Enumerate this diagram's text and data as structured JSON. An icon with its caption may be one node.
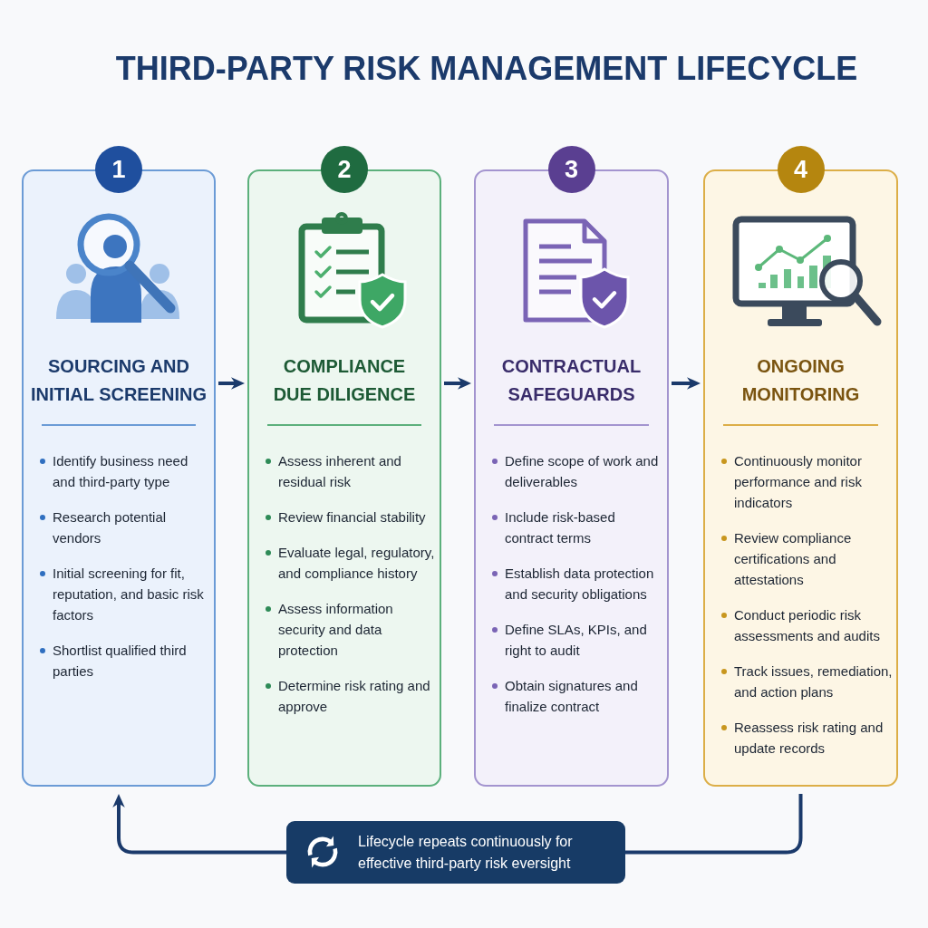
{
  "diagram": {
    "title": "THIRD-PARTY RISK MANAGEMENT LIFECYCLE",
    "nodes": [
      {
        "text": [
          "1",
          "SOURCING AND INITIAL SCREENING",
          "Identify business need and third-party type",
          "Research potential vendors",
          "Initial screening for fit, reputation, and basic risk factors",
          "Shortlist qualified third parties"
        ]
      },
      {
        "text": [
          "2",
          "COMPLIANCE DUE DILIGENCE",
          "Assess inherent and residual risk",
          "Review financial stability",
          "Evaluate legal, regulatory, and compliance history",
          "Assess information security and data protection",
          "Determine risk rating and approve"
        ]
      },
      {
        "text": [
          "3",
          "CONTRACTUAL SAFEGUARDS",
          "Define scope of work and deliverables",
          "Include risk-based contract terms",
          "Establish data protection and security obligations",
          "Define SLAs, KPIs, and right to audit",
          "Obtain signatures and finalize contract"
        ]
      },
      {
        "text": [
          "4",
          "ONGOING MONITORING",
          "Continuously monitor performance and risk indicators",
          "Review compliance certifications and attestations",
          "Conduct periodic risk assessments and audits",
          "Track issues, remediation, and action plans",
          "Reassess risk rating and update records"
        ]
      },
      {
        "text": [
          "Lifecycle repeats continuously for effective third-party risk eversight"
        ]
      }
    ],
    "edges": [
      {
        "from": 0,
        "to": 1,
        "arrow": "to"
      },
      {
        "from": 1,
        "to": 2,
        "arrow": "to"
      },
      {
        "from": 2,
        "to": 3,
        "arrow": "to"
      },
      {
        "from": 3,
        "to": 4,
        "arrow": "none"
      },
      {
        "from": 4,
        "to": 0,
        "arrow": "to"
      }
    ]
  }
}
